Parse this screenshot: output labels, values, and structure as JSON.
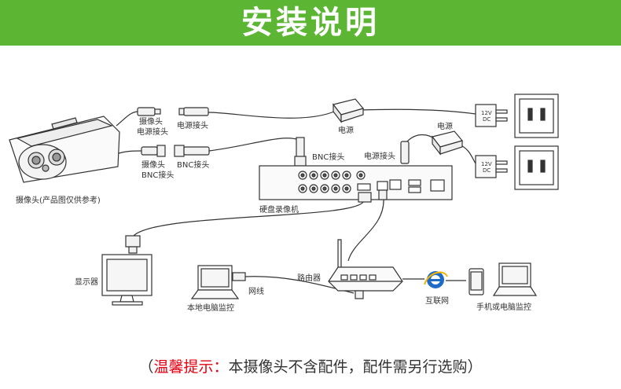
{
  "header": {
    "title": "安装说明",
    "banner_color": "#5db534"
  },
  "labels": {
    "camera_power_connector": [
      "摄像头",
      "电源接头"
    ],
    "power_connector": "电源接头",
    "power_adapter_1": "电源",
    "power_adapter_2": "电源",
    "outlet_1_text": [
      "12V",
      "DC"
    ],
    "outlet_2_text": [
      "12V",
      "DC"
    ],
    "camera_bnc_connector": [
      "摄像头",
      "BNC接头"
    ],
    "bnc_connector": "BNC接头",
    "dvr_bnc_connector": "BNC接头",
    "dvr_power_connector": "电源接头",
    "camera": "摄像头(产品图仅供参考)",
    "dvr": "硬盘录像机",
    "monitor": "显示器",
    "router": "路由器",
    "cable": "网线",
    "local_pc": "本地电脑监控",
    "internet": "互联网",
    "remote_monitor": "手机或电脑监控"
  },
  "footer": {
    "open_paren": "（",
    "highlight": "温馨提示：",
    "text": "本摄像头不含配件，配件需另行选购",
    "close_paren": "）",
    "highlight_color": "#e60012"
  }
}
